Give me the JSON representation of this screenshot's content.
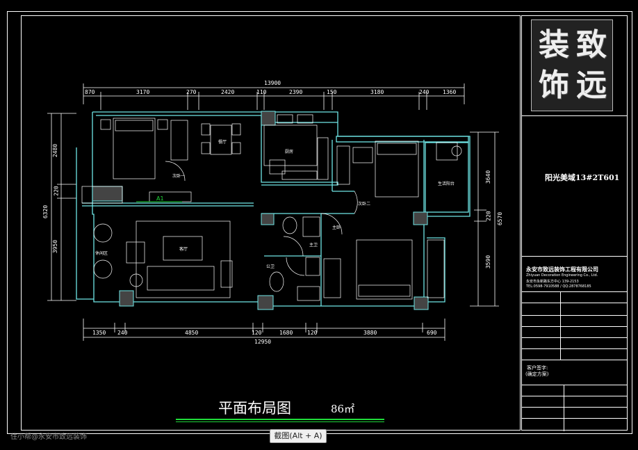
{
  "project_name": "阳光美域13#2T601",
  "plan_title": "平面布局图",
  "plan_area": "86㎡",
  "dimensions": {
    "top_total": "13900",
    "top_segments": [
      "870",
      "3170",
      "270",
      "2420",
      "110",
      "2390",
      "150",
      "3180",
      "240",
      "1360"
    ],
    "bottom_total": "12950",
    "bottom_segments": [
      "1350",
      "240",
      "4850",
      "120",
      "1680",
      "120",
      "3880",
      "690"
    ],
    "left_total": "6320",
    "left_segments": [
      "2480",
      "220",
      "3950"
    ],
    "right_total": "6570",
    "right_segments": [
      "3640",
      "220",
      "3590"
    ]
  },
  "rooms": {
    "master_bedroom": "次卧一",
    "dining": "餐厅",
    "kitchen": "厨房",
    "bedroom_2": "次卧二",
    "balcony": "生活阳台",
    "living": "客厅",
    "guest_bath": "公卫",
    "master_bath": "主卫",
    "main_bedroom": "主卧",
    "leisure": "休闲区",
    "entry_label": "A1"
  },
  "company": {
    "name": "永安市致远装饰工程有限公司",
    "name_en": "Zhiyuan Decoration Engineering Co., Ltd.",
    "address": "永安市永新路东方中心 139-2153",
    "phone": "TEL:0598-7910588 / QQ:2878768185"
  },
  "client_sign": "客户签字:",
  "scheme_label": "(确定方案)",
  "logo_chars": [
    "装",
    "致",
    "饰",
    "远"
  ],
  "ui": {
    "screenshot_tooltip": "截图(Alt + A)",
    "watermark": "住小帮@永安市致远装饰"
  },
  "colors": {
    "background": "#000000",
    "walls": "#6fe6e6",
    "title_underline": "#1fdc3a",
    "lines": "#ffffff"
  }
}
